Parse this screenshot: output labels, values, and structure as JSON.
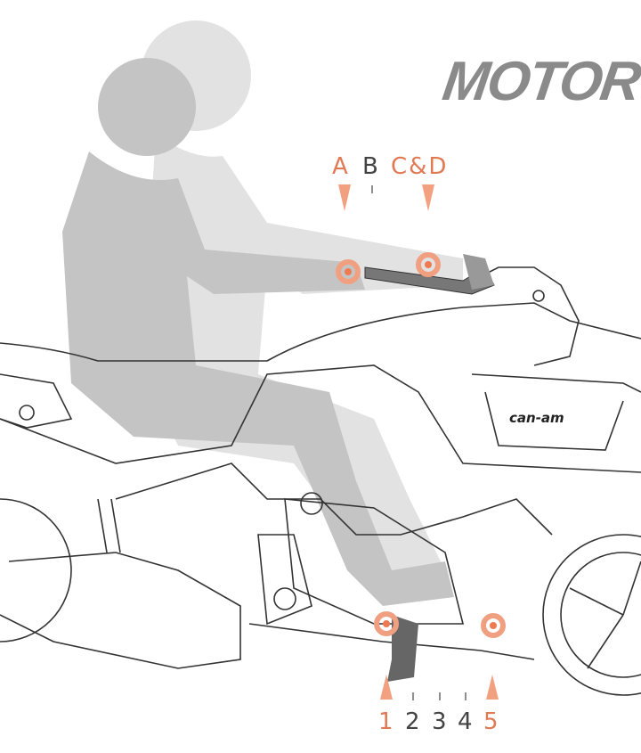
{
  "logo": {
    "text": "MOTORCY"
  },
  "handlebar_positions": {
    "labels": [
      "A",
      "B",
      "C&D"
    ],
    "highlighted": [
      "A",
      "C&D"
    ]
  },
  "footpeg_positions": {
    "labels": [
      "1",
      "2",
      "3",
      "4",
      "5"
    ],
    "highlighted": [
      "1",
      "5"
    ]
  },
  "brand_badge": "can-am",
  "colors": {
    "accent": "#e07a55",
    "silhouette": "#bdbdbd",
    "line": "#333333"
  }
}
